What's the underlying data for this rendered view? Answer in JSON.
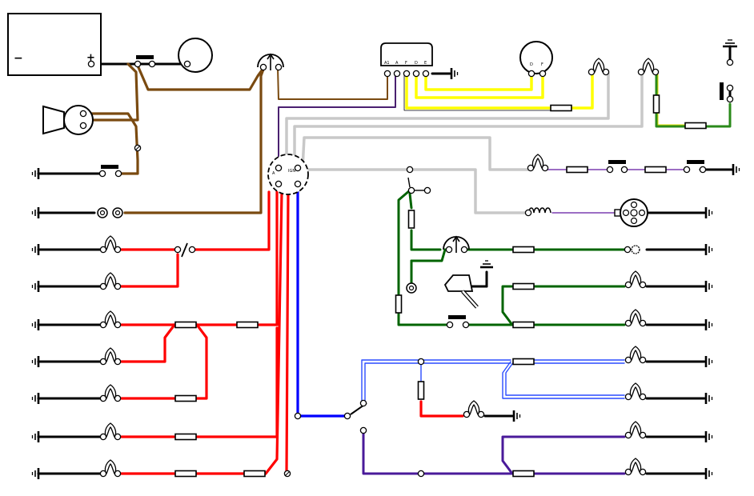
{
  "diagram": {
    "battery": {
      "neg_label": "−",
      "pos_label": "+"
    },
    "control_box_terminals": [
      "A1",
      "A",
      "F",
      "D",
      "E"
    ],
    "dynamo_terminals": [
      "D",
      "F"
    ],
    "ignition_switch_terminals": [
      "A",
      "IGN"
    ]
  },
  "colors": {
    "black": "#000000",
    "brown": "#7a4a10",
    "red": "#ff0000",
    "blue": "#0000ff",
    "green": "#006400",
    "yellow": "#ffff00",
    "grey": "#c8c8c8",
    "purple": "#6a0dad",
    "light_blue": "#2a4cff"
  }
}
